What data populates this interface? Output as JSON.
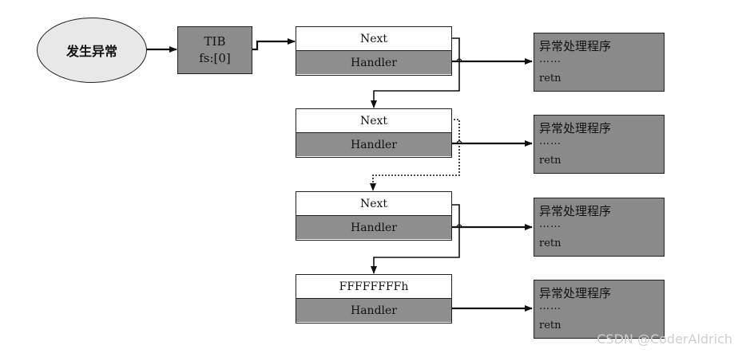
{
  "start_label": "发生异常",
  "tib": {
    "line1": "TIB",
    "line2": "fs:[0]"
  },
  "records": [
    {
      "next": "Next",
      "handler": "Handler"
    },
    {
      "next": "Next",
      "handler": "Handler"
    },
    {
      "next": "Next",
      "handler": "Handler"
    },
    {
      "next": "FFFFFFFFh",
      "handler": "Handler"
    }
  ],
  "handlers": [
    {
      "title": "异常处理程序",
      "dots": "……",
      "ret": "retn"
    },
    {
      "title": "异常处理程序",
      "dots": "……",
      "ret": "retn"
    },
    {
      "title": "异常处理程序",
      "dots": "……",
      "ret": "retn"
    },
    {
      "title": "异常处理程序",
      "dots": "……",
      "ret": "retn"
    }
  ],
  "watermark": "CSDN @CoderAldrich"
}
